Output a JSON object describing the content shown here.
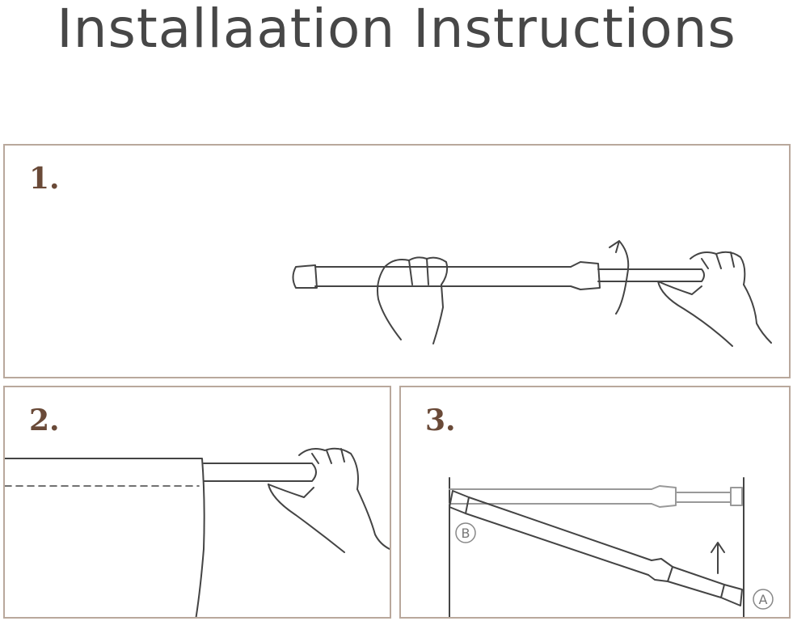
{
  "title": "Installaation Instructions",
  "steps": [
    {
      "number": "1."
    },
    {
      "number": "2."
    },
    {
      "number": "3."
    }
  ],
  "labels": {
    "a": "A",
    "b": "B"
  }
}
